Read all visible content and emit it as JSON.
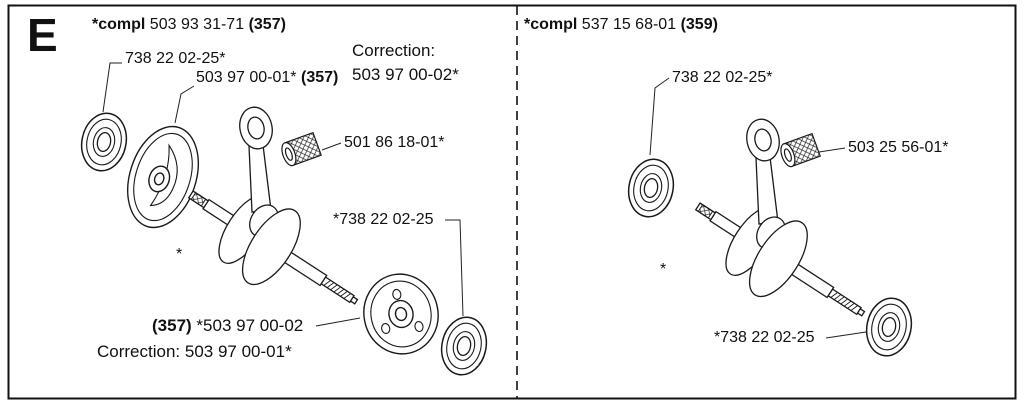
{
  "frame": {
    "section_letter": "E"
  },
  "left": {
    "compl": {
      "prefix": "*compl",
      "number": "503 93 31-71",
      "model": "(357)"
    },
    "bearing_top_label": "738 22 02-25*",
    "crank_label": "503 97 00-01*",
    "crank_label_model": "(357)",
    "correction_top": {
      "title": "Correction:",
      "number": "503 97 00-02*"
    },
    "needle_bearing_label": "501 86 18-01*",
    "bearing_mid_label": "*738 22 02-25",
    "asterisk": "*",
    "crank_bottom_model": "(357)",
    "crank_bottom_label": "*503 97 00-02",
    "correction_bottom": "Correction: 503 97 00-01*"
  },
  "right": {
    "compl": {
      "prefix": "*compl",
      "number": "537 15 68-01",
      "model": "(359)"
    },
    "bearing_top_label": "738 22 02-25*",
    "needle_bearing_label": "503 25 56-01*",
    "asterisk": "*",
    "bearing_bottom_label": "*738 22 02-25"
  }
}
